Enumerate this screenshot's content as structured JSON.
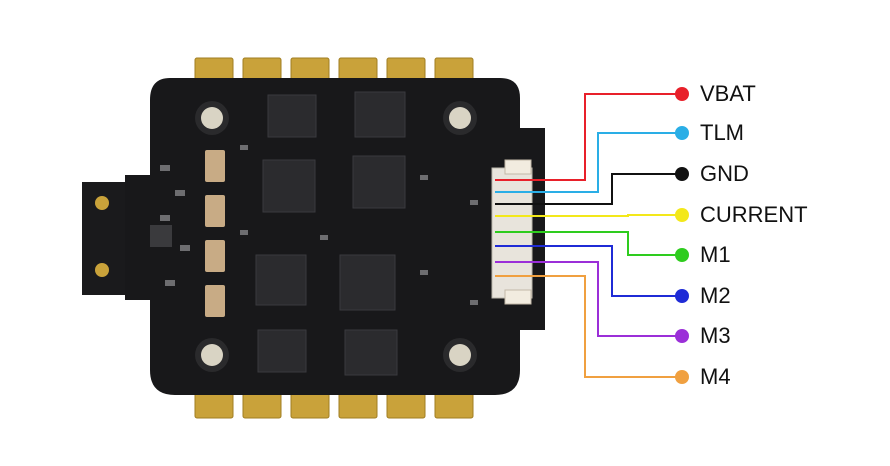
{
  "diagram": {
    "board": "ESC board with pin connector",
    "pins": [
      {
        "label": "VBAT",
        "color": "#e8202a"
      },
      {
        "label": "TLM",
        "color": "#2aaee6"
      },
      {
        "label": "GND",
        "color": "#111111"
      },
      {
        "label": "CURRENT",
        "color": "#f3e81a"
      },
      {
        "label": "M1",
        "color": "#2ecc1e"
      },
      {
        "label": "M2",
        "color": "#1f2bd6"
      },
      {
        "label": "M3",
        "color": "#9b2fd8"
      },
      {
        "label": "M4",
        "color": "#f0a040"
      }
    ]
  }
}
